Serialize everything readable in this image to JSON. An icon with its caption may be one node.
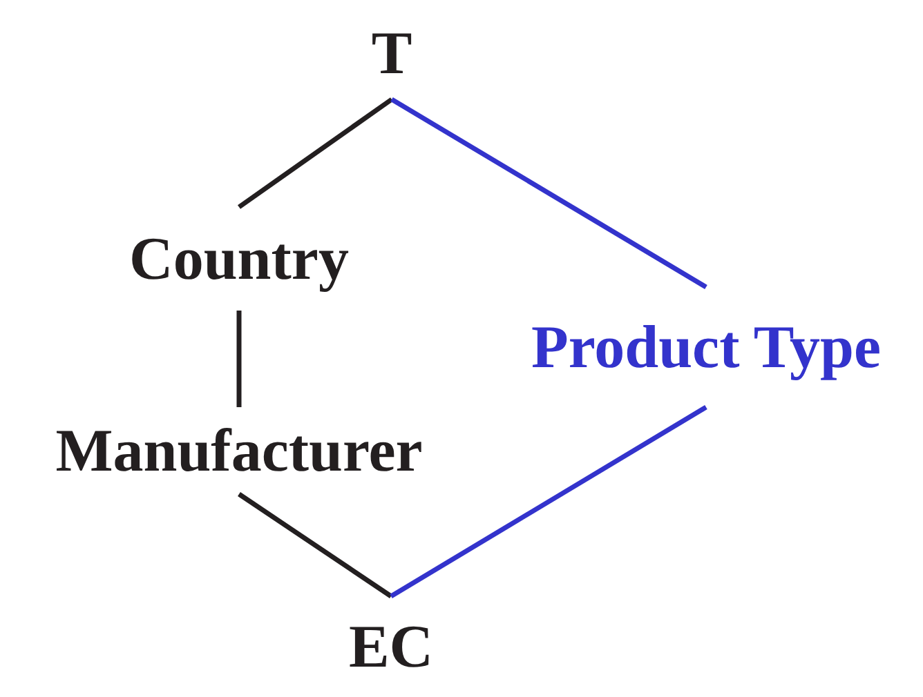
{
  "diagram": {
    "nodes": [
      {
        "text": [
          "T"
        ]
      },
      {
        "text": [
          "Country"
        ]
      },
      {
        "text": [
          "Product Type"
        ]
      },
      {
        "text": [
          "Manufacturer"
        ]
      },
      {
        "text": [
          "EC"
        ]
      }
    ],
    "edges": [
      {
        "from": 0,
        "to": 1,
        "arrow": "none"
      },
      {
        "from": 0,
        "to": 2,
        "arrow": "none",
        "color": "#3333cc"
      },
      {
        "from": 1,
        "to": 3,
        "arrow": "none"
      },
      {
        "from": 3,
        "to": 4,
        "arrow": "none"
      },
      {
        "from": 2,
        "to": 4,
        "arrow": "none",
        "color": "#3333cc"
      }
    ]
  }
}
